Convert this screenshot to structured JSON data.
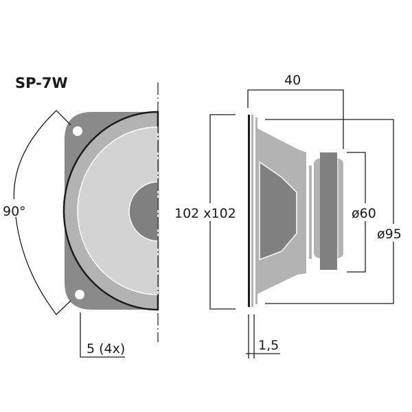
{
  "title": "SP-7W",
  "labels": {
    "angle": "90°",
    "mount_hole": "5 (4x)",
    "frame_size": "102 x102",
    "depth": "40",
    "magnet_diameter": "ø60",
    "cone_diameter": "ø95",
    "plate_thickness": "1,5"
  },
  "colors": {
    "dark": "#8a8a8a",
    "mid": "#b3b3b3",
    "light": "#d3d3d3",
    "line": "#1a1a1a"
  }
}
